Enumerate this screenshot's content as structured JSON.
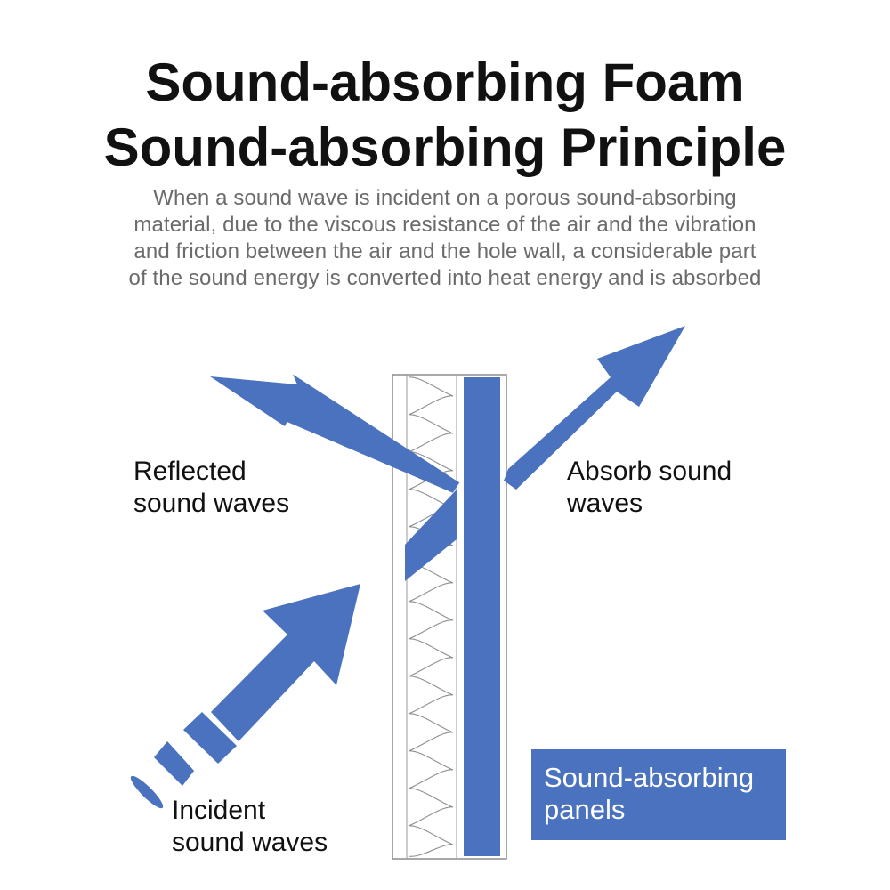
{
  "title": {
    "line1": "Sound-absorbing Foam",
    "line2": "Sound-absorbing Principle"
  },
  "description": {
    "lines": [
      "When a sound wave is incident on a porous sound-absorbing",
      "material, due to the viscous resistance of the air and the vibration",
      "and friction between the air and the hole wall, a considerable part",
      "of the sound energy is converted into heat energy and is absorbed"
    ]
  },
  "labels": {
    "reflected": [
      "Reflected",
      "sound waves"
    ],
    "absorb": [
      "Absorb sound",
      "waves"
    ],
    "incident": [
      "Incident",
      "sound waves"
    ],
    "panel": [
      "Sound-absorbing",
      "panels"
    ]
  },
  "colors": {
    "accent": "#4a72bf",
    "title": "#111111",
    "description": "#6b6b6b",
    "outline": "#888888"
  },
  "icons": {
    "incident_arrow": "arrow-up-right",
    "reflected_arrow": "arrow-up-left",
    "absorbed_arrow": "arrow-up-right"
  }
}
